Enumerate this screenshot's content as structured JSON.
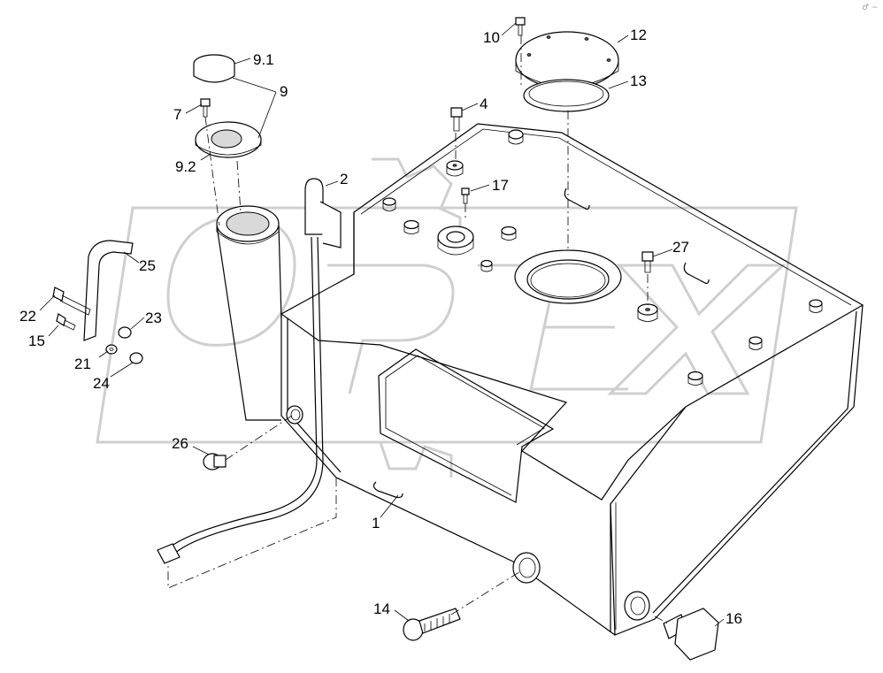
{
  "diagram": {
    "watermark": "OPEX",
    "corner_mark": "♂ ~",
    "callouts": [
      {
        "id": "c-1",
        "text": "1"
      },
      {
        "id": "c-2",
        "text": "2"
      },
      {
        "id": "c-4",
        "text": "4"
      },
      {
        "id": "c-7",
        "text": "7"
      },
      {
        "id": "c-9",
        "text": "9"
      },
      {
        "id": "c-9-1",
        "text": "9.1"
      },
      {
        "id": "c-9-2",
        "text": "9.2"
      },
      {
        "id": "c-10",
        "text": "10"
      },
      {
        "id": "c-12",
        "text": "12"
      },
      {
        "id": "c-13",
        "text": "13"
      },
      {
        "id": "c-14",
        "text": "14"
      },
      {
        "id": "c-15",
        "text": "15"
      },
      {
        "id": "c-16",
        "text": "16"
      },
      {
        "id": "c-17",
        "text": "17"
      },
      {
        "id": "c-21",
        "text": "21"
      },
      {
        "id": "c-22",
        "text": "22"
      },
      {
        "id": "c-23",
        "text": "23"
      },
      {
        "id": "c-24",
        "text": "24"
      },
      {
        "id": "c-25",
        "text": "25"
      },
      {
        "id": "c-26",
        "text": "26"
      },
      {
        "id": "c-27",
        "text": "27"
      }
    ]
  }
}
